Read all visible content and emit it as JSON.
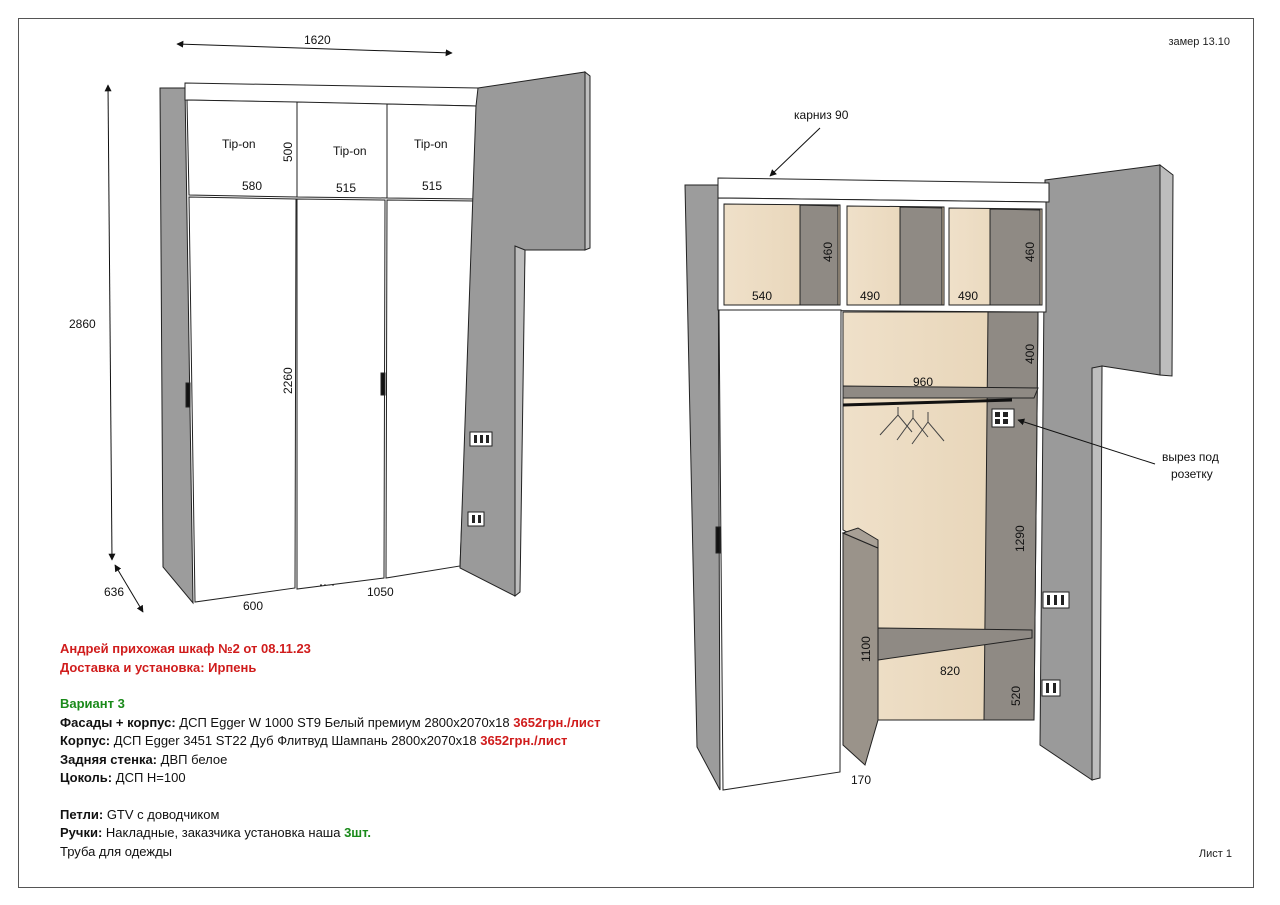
{
  "header": {
    "measure_note": "замер 13.10",
    "sheet": "Лист 1"
  },
  "left_view": {
    "width_top": "1620",
    "height_total": "2860",
    "depth": "636",
    "mezz_label_1": "Tip-on",
    "mezz_label_2": "Tip-on",
    "mezz_label_3": "Tip-on",
    "mezz_height": "500",
    "mezz_width_1": "580",
    "mezz_width_2": "515",
    "mezz_width_3": "515",
    "door_height": "2260",
    "bottom_width_1": "600",
    "bottom_width_2": "1050"
  },
  "right_view": {
    "cornice": "карниз 90",
    "top_h1": "460",
    "top_h2": "460",
    "top_w1": "540",
    "top_w2": "490",
    "top_w3": "490",
    "shelf_gap": "400",
    "rail_width": "960",
    "hang_height": "1290",
    "lower_width": "820",
    "lower_height": "520",
    "bench_height": "1100",
    "bench_depth": "170",
    "socket_cut_1": "вырез под",
    "socket_cut_2": "розетку"
  },
  "spec": {
    "title": "Андрей прихожая шкаф №2 от 08.11.23",
    "delivery": "Доставка и установка: Ирпень",
    "variant": "Вариант 3",
    "facades_label": "Фасады + корпус:",
    "facades_value": "ДСП Egger W 1000 ST9 Белый премиум 2800х2070х18",
    "facades_price": "3652грн./лист",
    "body_label": "Корпус:",
    "body_value": "ДСП Egger 3451 ST22 Дуб Флитвуд Шампань 2800х2070х18",
    "body_price": "3652грн./лист",
    "back_label": "Задняя стенка:",
    "back_value": "ДВП белое",
    "plinth_label": "Цоколь:",
    "plinth_value": "ДСП Н=100",
    "hinges_label": "Петли:",
    "hinges_value": "GTV с доводчиком",
    "handles_label": "Ручки:",
    "handles_value": "Накладные, заказчика установка наша",
    "handles_count": "3шт.",
    "pipe": "Труба для одежды"
  }
}
